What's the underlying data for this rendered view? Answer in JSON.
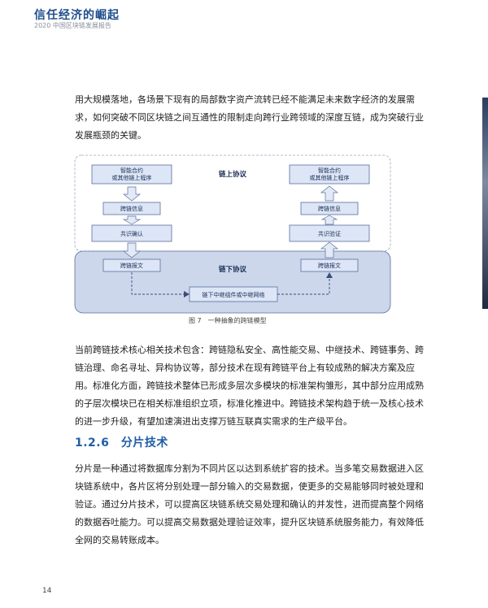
{
  "header": {
    "title": "信任经济的崛起",
    "subtitle": "2020 中国区块链发展报告"
  },
  "paragraph_1": "用大规模落地，各场景下现有的局部数字资产流转已经不能满足未来数字经济的发展需求，如何突破不同区块链之间互通性的限制走向跨行业跨领域的深度互链，成为突破行业发展瓶颈的关键。",
  "diagram": {
    "on_chain_label": "链上协议",
    "off_chain_label": "链下协议",
    "left": {
      "contract_line1": "智能合约",
      "contract_line2": "或其他链上程序",
      "info": "跨链信息",
      "consensus": "共识确认",
      "message": "跨链报文"
    },
    "right": {
      "contract_line1": "智能合约",
      "contract_line2": "或其他链上程序",
      "info": "跨链信息",
      "consensus": "共识验证",
      "message": "跨链报文"
    },
    "relay": "链下中继组件或中继网络",
    "caption": "图 7　一种抽象的跨链模型"
  },
  "paragraph_2": "当前跨链技术核心相关技术包含：跨链隐私安全、高性能交易、中继技术、跨链事务、跨链治理、命名寻址、异构协议等，部分技术在现有跨链平台上有较成熟的解决方案及应用。标准化方面，跨链技术整体已形成多层次多模块的标准架构雏形，其中部分应用成熟的子层次模块已在相关标准组织立项，标准化推进中。跨链技术架构趋于统一及核心技术的进一步升级，有望加速演进出支撑万链互联真实需求的生产级平台。",
  "section": {
    "title": "1.2.6　分片技术"
  },
  "paragraph_3": "分片是一种通过将数据库分割为不同片区以达到系统扩容的技术。当多笔交易数据进入区块链系统中，各片区将分别处理一部分输入的交易数据，使更多的交易能够同时被处理和验证。通过分片技术，可以提高区块链系统交易处理和确认的并发性，进而提高整个网络的数据吞吐能力。可以提高交易数据处理验证效率，提升区块链系统服务能力，有效降低全网的交易转账成本。",
  "page_number": "14",
  "colors": {
    "title_blue": "#1f4e8c",
    "section_blue": "#1f5ea8",
    "box_fill": "#dde6f6",
    "box_stroke": "#5b6f9c",
    "off_chain_fill": "#ccd7ec",
    "arrow_fill": "#e3eaf7"
  }
}
